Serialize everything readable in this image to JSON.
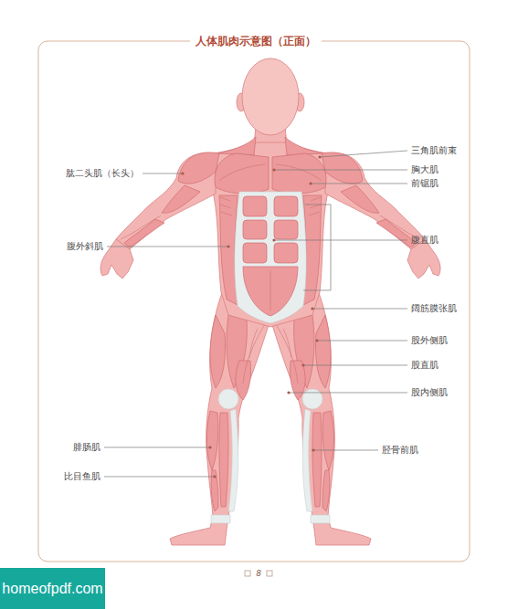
{
  "diagram": {
    "title": "人体肌肉示意图（正面）",
    "labels": [
      "三角肌前束",
      "胸大肌",
      "肱二头肌（长头）",
      "前锯肌",
      "腹直肌",
      "腹外斜肌",
      "阔筋膜张肌",
      "股外侧肌",
      "股直肌",
      "股内侧肌",
      "腓肠肌",
      "胫骨前肌",
      "比目鱼肌",
      "8",
      "homeofpdf.com"
    ]
  }
}
